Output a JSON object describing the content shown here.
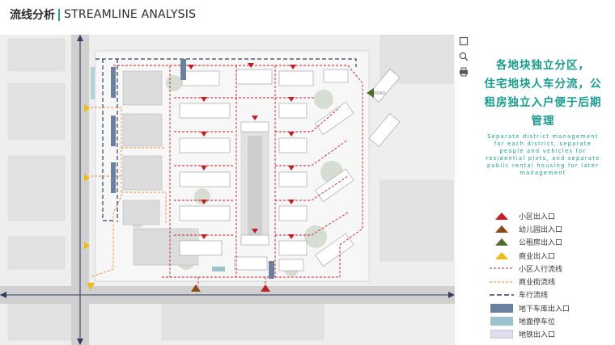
{
  "header": {
    "title_zh": "流线分析",
    "title_en": "STREAMLINE ANALYSIS"
  },
  "headline": {
    "lines": [
      "各地块独立分区，",
      "住宅地块人车分流，公",
      "租房独立入户便于后期",
      "管理"
    ]
  },
  "subtext": {
    "lines": [
      "Separate district management",
      "for each district, separate",
      "people and vehicles for",
      "residential plots, and separate",
      "public rental housing for later",
      "management"
    ]
  },
  "map_labels": {
    "road": "ROAD"
  },
  "tools": [
    {
      "icon": "fullscreen-icon"
    },
    {
      "icon": "zoom-icon"
    },
    {
      "icon": "print-icon"
    }
  ],
  "legend": [
    {
      "label": "小区出入口",
      "symbol": "triangle",
      "color": "#c01f25"
    },
    {
      "label": "幼儿园出入口",
      "symbol": "triangle",
      "color": "#8a4b17"
    },
    {
      "label": "公租房出入口",
      "symbol": "triangle",
      "color": "#4f6b2a"
    },
    {
      "label": "商业出入口",
      "symbol": "triangle",
      "color": "#f0bb1a"
    },
    {
      "label": "小区人行流线",
      "symbol": "dash",
      "color": "#c01f25"
    },
    {
      "label": "商业街流线",
      "symbol": "dash",
      "color": "#f08a3c"
    },
    {
      "label": "车行流线",
      "symbol": "dash-bold",
      "color": "#2e3f63"
    },
    {
      "label": "地下车库出入口",
      "symbol": "box",
      "color": "#6b7f9e"
    },
    {
      "label": "地面停车位",
      "symbol": "box",
      "color": "#9cc2cc"
    },
    {
      "label": "地铁出入口",
      "symbol": "box",
      "color": "#e0dcec"
    }
  ]
}
